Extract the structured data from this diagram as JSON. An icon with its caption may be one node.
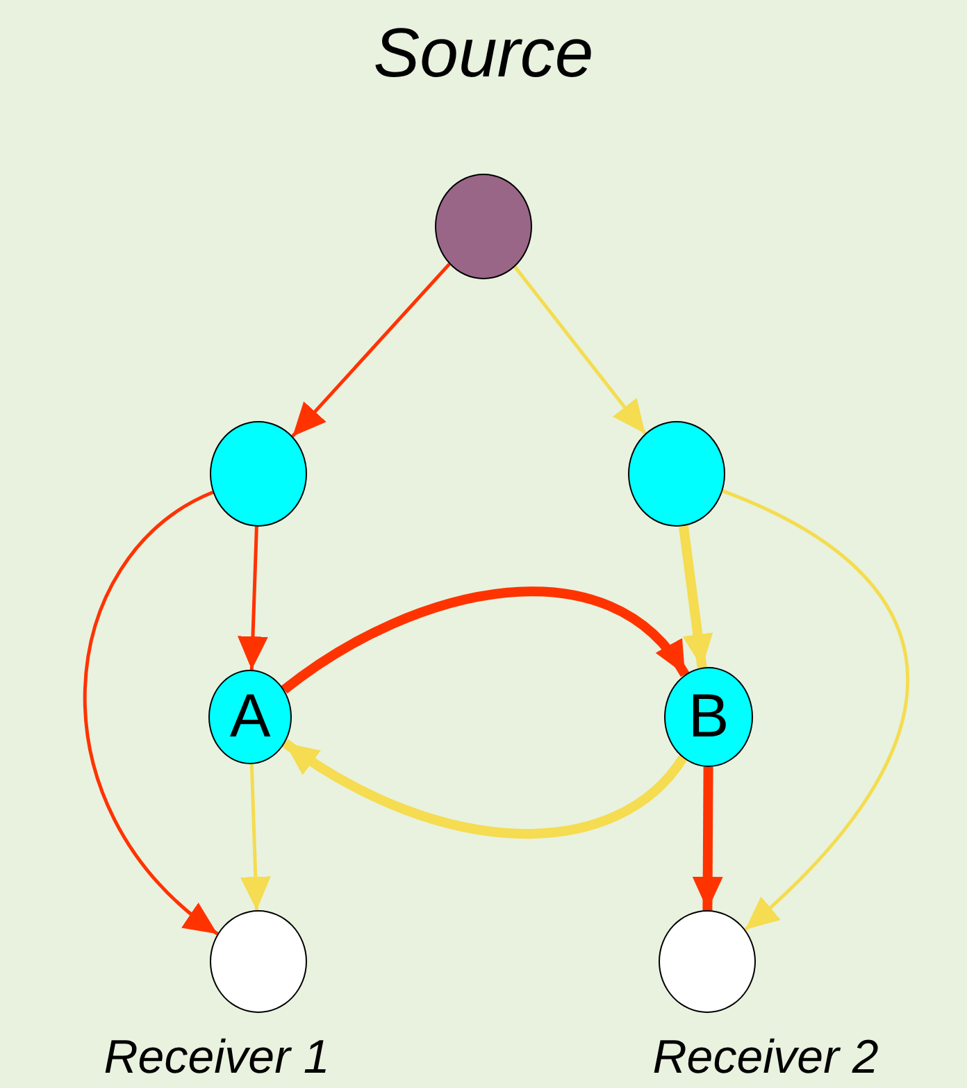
{
  "diagram": {
    "nodes": [
      {
        "text": [
          "Source"
        ]
      },
      {
        "text": [],
        "shape": "circle"
      },
      {
        "text": [],
        "shape": "circle"
      },
      {
        "text": [
          "A"
        ]
      },
      {
        "text": [
          "B"
        ]
      },
      {
        "text": [
          "Receiver 1"
        ]
      },
      {
        "text": [
          "Receiver 2"
        ]
      }
    ],
    "edges": [
      {
        "from": 0,
        "to": 1,
        "arrow": "to"
      },
      {
        "from": 0,
        "to": 2,
        "arrow": "to",
        "color": "#f5dc50"
      },
      {
        "from": 1,
        "to": 5,
        "arrow": "to"
      },
      {
        "from": 1,
        "to": 3,
        "arrow": "to"
      },
      {
        "from": 2,
        "to": 4,
        "arrow": "to",
        "color": "#f5dc50",
        "style": "thick"
      },
      {
        "from": 2,
        "to": 6,
        "arrow": "to",
        "color": "#f5dc50"
      },
      {
        "from": 3,
        "to": 4,
        "arrow": "to",
        "style": "thick"
      },
      {
        "from": 4,
        "to": 3,
        "arrow": "to",
        "color": "#f5dc50",
        "style": "thick"
      },
      {
        "from": 3,
        "to": 5,
        "arrow": "to",
        "color": "#f5dc50"
      },
      {
        "from": 4,
        "to": 6,
        "arrow": "to",
        "style": "thick"
      }
    ]
  }
}
